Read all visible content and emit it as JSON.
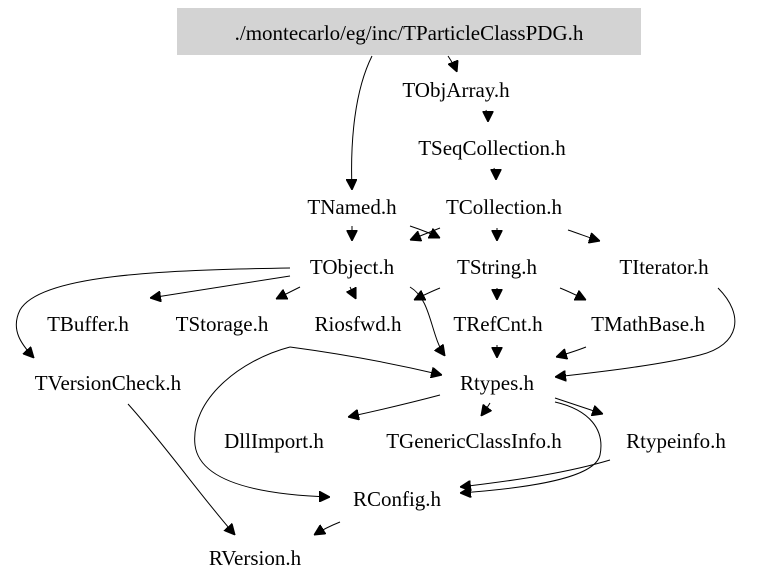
{
  "colors": {
    "background": "#ffffff",
    "ink": "#000000",
    "root_fill": "#d3d3d3"
  },
  "nodes": {
    "root": "./montecarlo/eg/inc/TParticleClassPDG.h",
    "tobjarray": "TObjArray.h",
    "tseqcollection": "TSeqCollection.h",
    "tnamed": "TNamed.h",
    "tcollection": "TCollection.h",
    "tobject": "TObject.h",
    "tstring": "TString.h",
    "titerator": "TIterator.h",
    "tbuffer": "TBuffer.h",
    "tstorage": "TStorage.h",
    "riosfwd": "Riosfwd.h",
    "trefcnt": "TRefCnt.h",
    "tmathbase": "TMathBase.h",
    "tversioncheck": "TVersionCheck.h",
    "rtypes": "Rtypes.h",
    "dllimport": "DllImport.h",
    "tgenericclassinfo": "TGenericClassInfo.h",
    "rtypeinfo": "Rtypeinfo.h",
    "rconfig": "RConfig.h",
    "rversion": "RVersion.h"
  }
}
